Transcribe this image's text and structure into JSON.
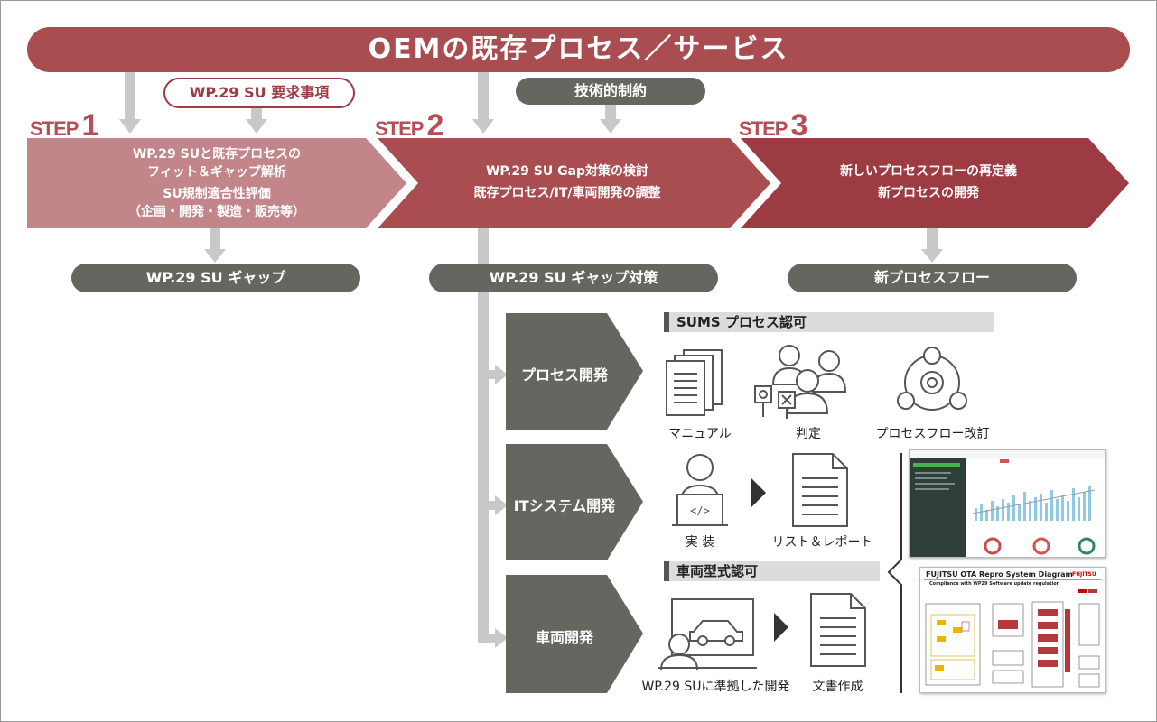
{
  "banner": "OEMの既存プロセス／サービス",
  "requirement_pill": "WP.29 SU 要求事項",
  "constraint_pill": "技術的制約",
  "steps": [
    {
      "step_word": "STEP",
      "step_num": "1",
      "lines": [
        "WP.29 SUと既存プロセスの",
        "フィット＆ギャップ解析",
        "SU規制適合性評価",
        "（企画・開発・製造・販売等）"
      ],
      "output": "WP.29 SU ギャップ"
    },
    {
      "step_word": "STEP",
      "step_num": "2",
      "lines": [
        "WP.29 SU Gap対策の検討",
        "既存プロセス/IT/車両開発の調整"
      ],
      "output": "WP.29 SU ギャップ対策"
    },
    {
      "step_word": "STEP",
      "step_num": "3",
      "lines": [
        "新しいプロセスフローの再定義",
        "新プロセスの開発"
      ],
      "output": "新プロセスフロー"
    }
  ],
  "sub_processes": [
    "プロセス開発",
    "ITシステム開発",
    "車両開発"
  ],
  "sections": {
    "sums": "SUMS プロセス認可",
    "vehicle_type": "車両型式認可"
  },
  "captions": {
    "manual": "マニュアル",
    "judgement": "判定",
    "process_revision": "プロセスフロー改訂",
    "implementation": "実 装",
    "list_report": "リスト＆レポート",
    "compliant_dev": "WP.29 SUに準拠した開発",
    "documentation": "文書作成"
  },
  "doc_shot": {
    "title": "FUJITSU OTA Repro System Diagram",
    "logo": "FUJITSU",
    "subtitle": "Compliance with WP29 Software update regulation"
  },
  "colors": {
    "banner": "#a94d51",
    "step1": "#c1858a",
    "step2": "#a94d51",
    "step3": "#9c3b42",
    "gray": "#666560",
    "text_red": "#b64f55"
  }
}
